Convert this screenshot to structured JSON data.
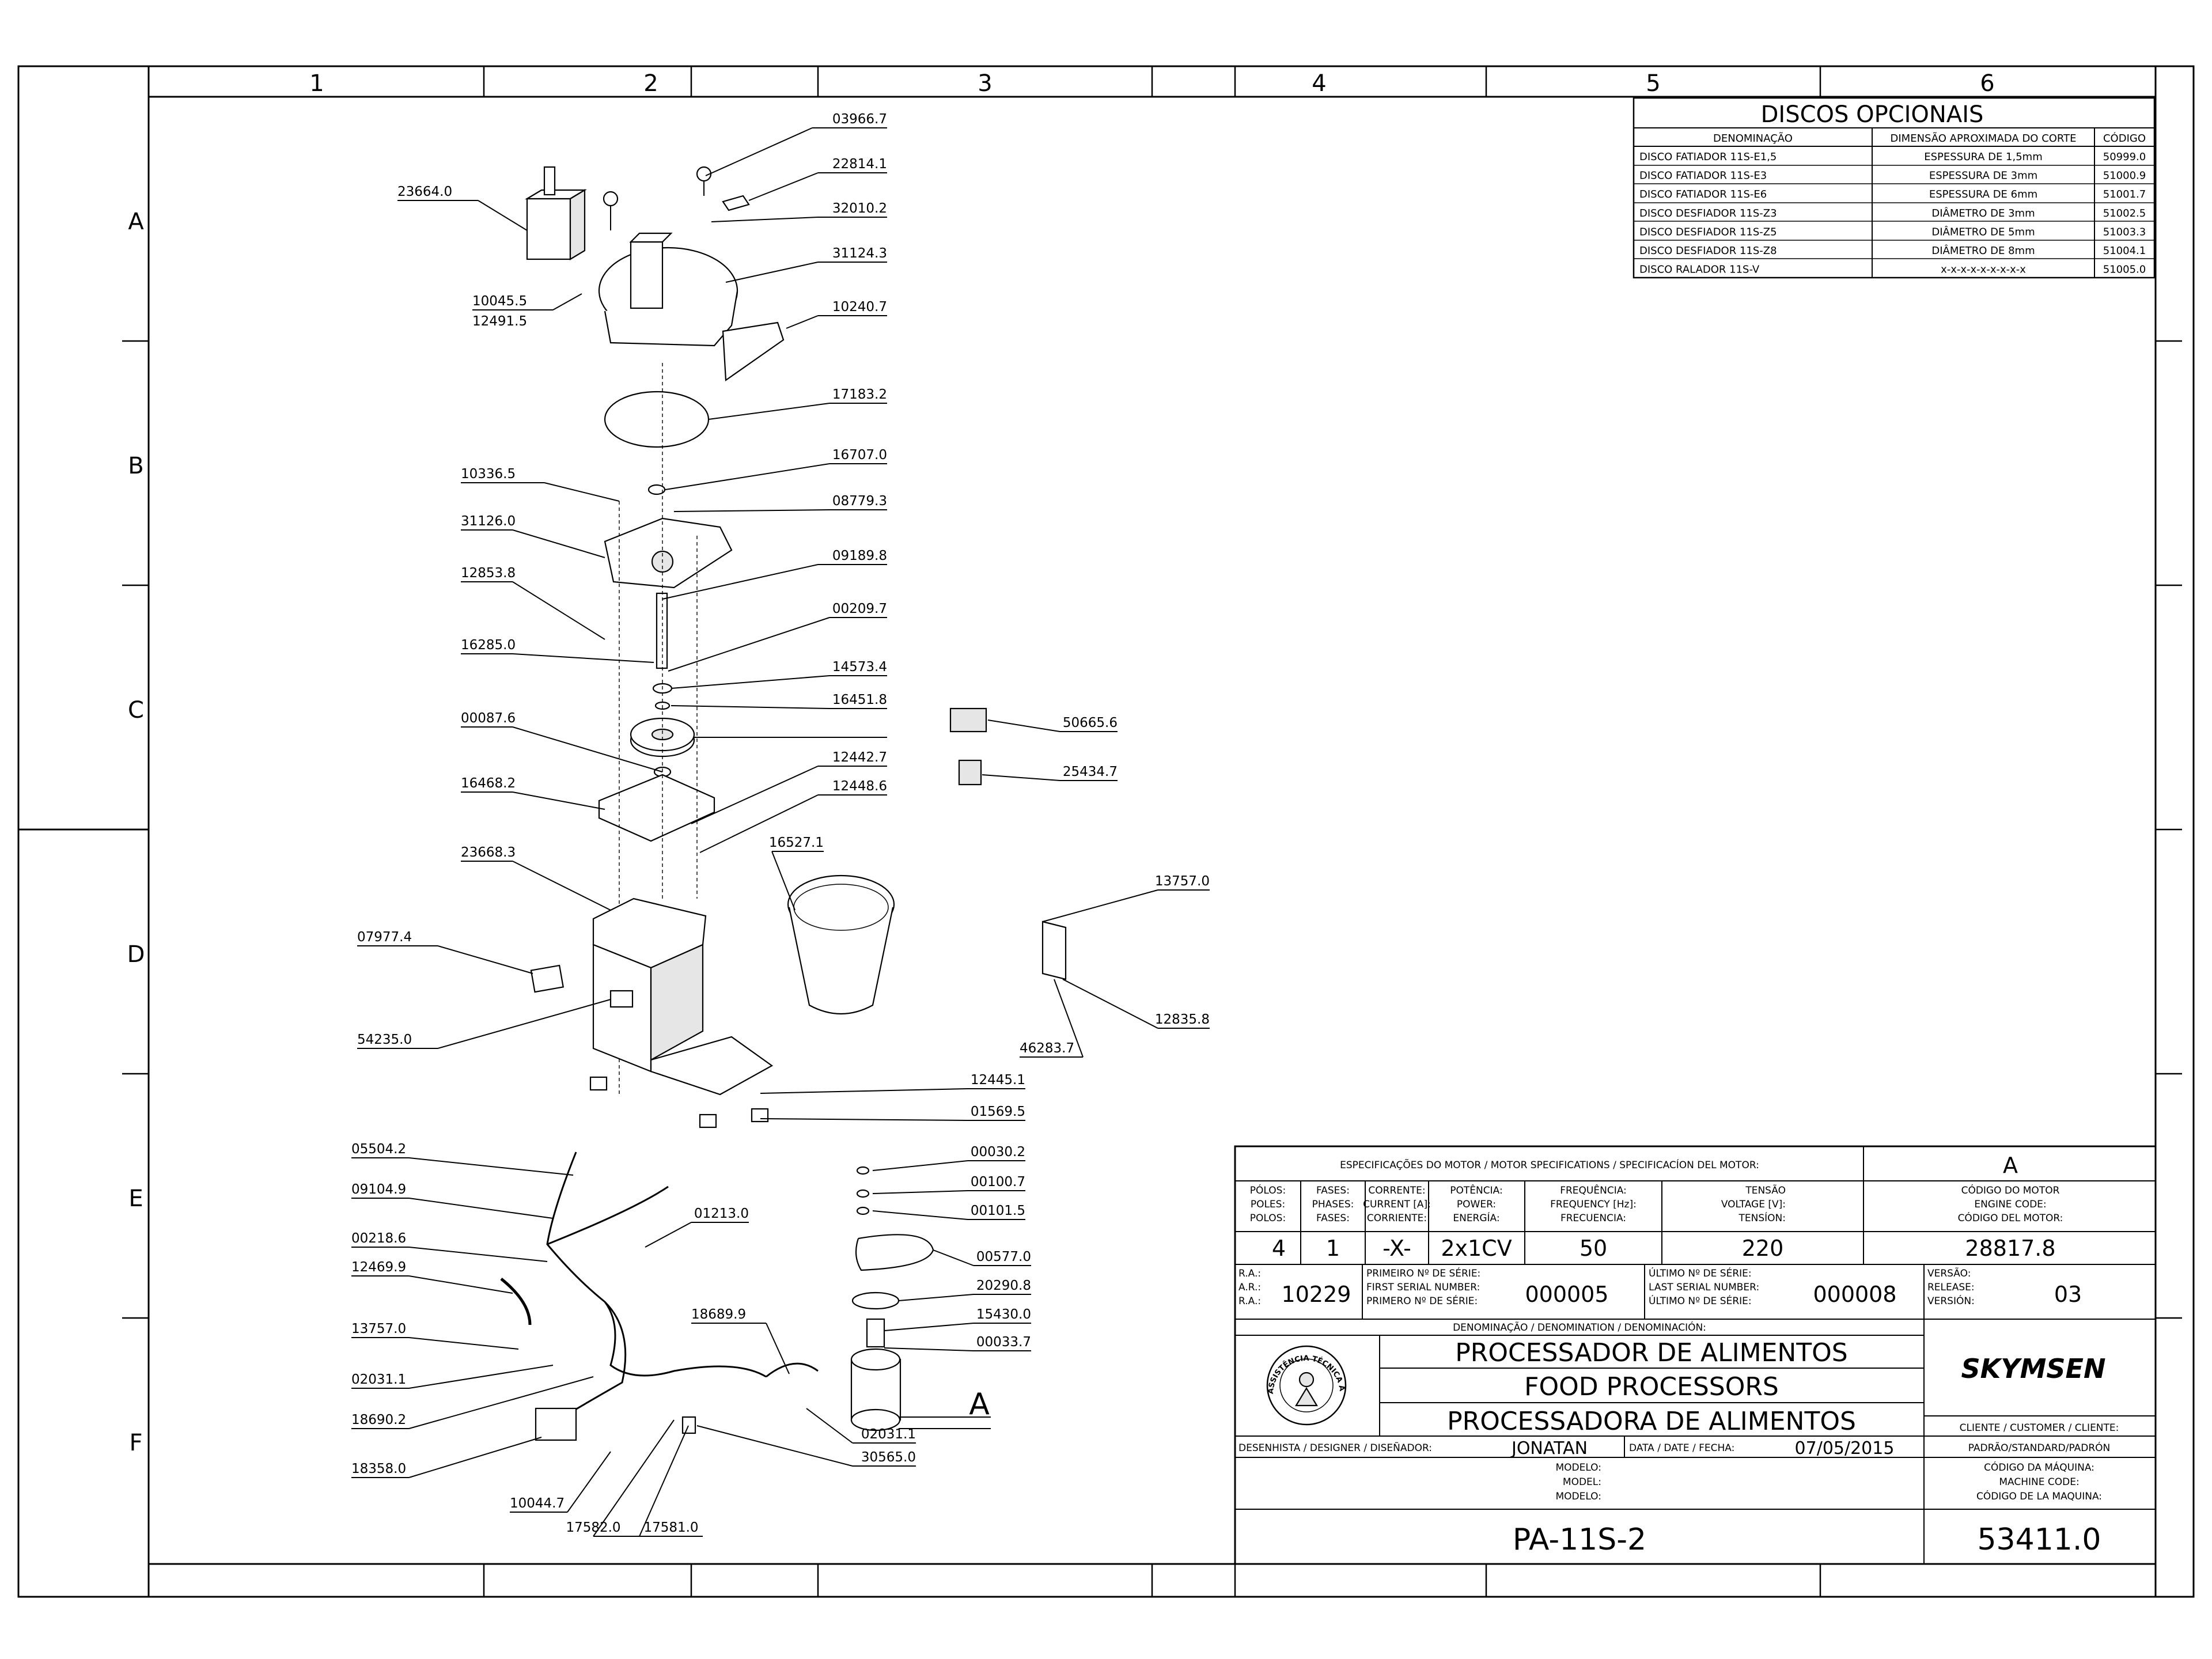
{
  "zones": {
    "columns": [
      "1",
      "2",
      "3",
      "4",
      "5",
      "6"
    ],
    "rows": [
      "A",
      "B",
      "C",
      "D",
      "E",
      "F"
    ]
  },
  "parts": [
    {
      "code": "03966.7"
    },
    {
      "code": "22814.1"
    },
    {
      "code": "23664.0"
    },
    {
      "code": "32010.2"
    },
    {
      "code": "31124.3"
    },
    {
      "code": "10045.5"
    },
    {
      "code": "12491.5"
    },
    {
      "code": "10240.7"
    },
    {
      "code": "17183.2"
    },
    {
      "code": "16707.0"
    },
    {
      "code": "10336.5"
    },
    {
      "code": "08779.3"
    },
    {
      "code": "31126.0"
    },
    {
      "code": "09189.8"
    },
    {
      "code": "12853.8"
    },
    {
      "code": "00209.7"
    },
    {
      "code": "16285.0"
    },
    {
      "code": "14573.4"
    },
    {
      "code": "16451.8"
    },
    {
      "code": "00087.6"
    },
    {
      "code": "50665.6"
    },
    {
      "code": "12442.7"
    },
    {
      "code": "16468.2"
    },
    {
      "code": "12448.6"
    },
    {
      "code": "25434.7"
    },
    {
      "code": "16527.1"
    },
    {
      "code": "23668.3"
    },
    {
      "code": "13757.0"
    },
    {
      "code": "07977.4"
    },
    {
      "code": "12835.8"
    },
    {
      "code": "54235.0"
    },
    {
      "code": "46283.7"
    },
    {
      "code": "12445.1"
    },
    {
      "code": "01569.5"
    },
    {
      "code": "05504.2"
    },
    {
      "code": "00030.2"
    },
    {
      "code": "09104.9"
    },
    {
      "code": "00100.7"
    },
    {
      "code": "01213.0"
    },
    {
      "code": "00101.5"
    },
    {
      "code": "00218.6"
    },
    {
      "code": "00577.0"
    },
    {
      "code": "12469.9"
    },
    {
      "code": "20290.8"
    },
    {
      "code": "15430.0"
    },
    {
      "code": "18689.9"
    },
    {
      "code": "13757.0"
    },
    {
      "code": "00033.7"
    },
    {
      "code": "02031.1"
    },
    {
      "code": "18690.2"
    },
    {
      "code": "02031.1"
    },
    {
      "code": "30565.0"
    },
    {
      "code": "18358.0"
    },
    {
      "code": "10044.7"
    },
    {
      "code": "17582.0"
    },
    {
      "code": "17581.0"
    }
  ],
  "detail_marker": "A",
  "discos": {
    "title": "DISCOS OPCIONAIS",
    "headers": [
      "DENOMINAÇÃO",
      "DIMENSÃO APROXIMADA DO CORTE",
      "CÓDIGO"
    ],
    "rows": [
      [
        "DISCO FATIADOR 11S-E1,5",
        "ESPESSURA DE 1,5mm",
        "50999.0"
      ],
      [
        "DISCO FATIADOR 11S-E3",
        "ESPESSURA DE 3mm",
        "51000.9"
      ],
      [
        "DISCO FATIADOR 11S-E6",
        "ESPESSURA DE 6mm",
        "51001.7"
      ],
      [
        "DISCO DESFIADOR 11S-Z3",
        "DIÂMETRO DE 3mm",
        "51002.5"
      ],
      [
        "DISCO DESFIADOR 11S-Z5",
        "DIÂMETRO DE 5mm",
        "51003.3"
      ],
      [
        "DISCO DESFIADOR 11S-Z8",
        "DIÂMETRO DE 8mm",
        "51004.1"
      ],
      [
        "DISCO RALADOR 11S-V",
        "x-x-x-x-x-x-x-x-x",
        "51005.0"
      ]
    ]
  },
  "title_block": {
    "motor_spec_header": "ESPECIFICAÇÕES DO MOTOR / MOTOR SPECIFICATIONS / SPECIFICACÍON DEL MOTOR:",
    "rev_letter": "A",
    "motor_cols": [
      {
        "l1": "PÓLOS:",
        "l2": "POLES:",
        "l3": "POLOS:",
        "value": "4"
      },
      {
        "l1": "FASES:",
        "l2": "PHASES:",
        "l3": "FASES:",
        "value": "1"
      },
      {
        "l1": "CORRENTE:",
        "l2": "CURRENT [A]:",
        "l3": "CORRIENTE:",
        "value": "-X-"
      },
      {
        "l1": "POTÊNCIA:",
        "l2": "POWER:",
        "l3": "ENERGÍA:",
        "value": "2x1CV"
      },
      {
        "l1": "FREQUÊNCIA:",
        "l2": "FREQUENCY [Hz]:",
        "l3": "FRECUENCIA:",
        "value": "50"
      },
      {
        "l1": "TENSÃO",
        "l2": "VOLTAGE [V]:",
        "l3": "TENSÍON:",
        "value": "220"
      }
    ],
    "engine_code": {
      "l1": "CÓDIGO DO MOTOR",
      "l2": "ENGINE CODE:",
      "l3": "CÓDIGO DEL MOTOR:",
      "value": "28817.8"
    },
    "ra": {
      "l1": "R.A.:",
      "l2": "A.R.:",
      "l3": "R.A.:",
      "value": "10229"
    },
    "first_serial": {
      "l1": "PRIMEIRO Nº DE SÉRIE:",
      "l2": "FIRST SERIAL NUMBER:",
      "l3": "PRIMERO Nº DE SÉRIE:",
      "value": "000005"
    },
    "last_serial": {
      "l1": "ÚLTIMO Nº DE SÉRIE:",
      "l2": "LAST SERIAL NUMBER:",
      "l3": "ÚLTIMO Nº DE SÉRIE:",
      "value": "000008"
    },
    "version": {
      "l1": "VERSÃO:",
      "l2": "RELEASE:",
      "l3": "VERSIÓN:",
      "value": "03"
    },
    "denomination_header": "DENOMINAÇÃO / DENOMINATION / DENOMINACIÓN:",
    "names": [
      "PROCESSADOR DE ALIMENTOS",
      "FOOD PROCESSORS",
      "PROCESSADORA DE ALIMENTOS"
    ],
    "seal_text": "ASSISTÊNCIA TÉCNICA AUTORIZADA",
    "brand": "SKYMSEN",
    "client_label": "CLIENTE / CUSTOMER / CLIENTE:",
    "client_value": "PADRÃO/STANDARD/PADRÓN",
    "designer_label": "DESENHISTA / DESIGNER / DISEÑADOR:",
    "designer_value": "JONATAN",
    "date_label": "DATA / DATE / FECHA:",
    "date_value": "07/05/2015",
    "model_labels": [
      "MODELO:",
      "MODEL:",
      "MODELO:"
    ],
    "machine_code_labels": [
      "CÓDIGO DA MÁQUINA:",
      "MACHINE CODE:",
      "CÓDIGO DE LA MAQUINA:"
    ],
    "model_value": "PA-11S-2",
    "machine_code_value": "53411.0"
  }
}
